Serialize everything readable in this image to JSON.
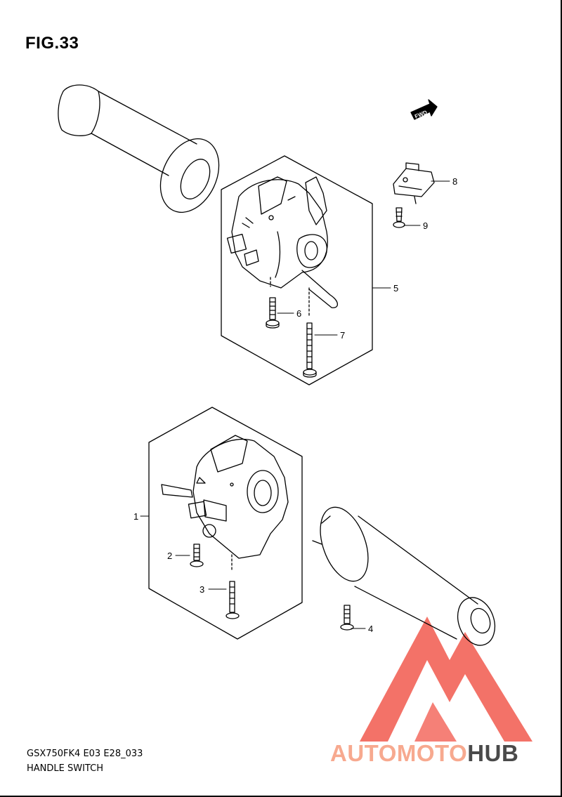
{
  "figure_title": "FIG.33",
  "fwd_marker": "FWD",
  "callouts": [
    "1",
    "2",
    "3",
    "4",
    "5",
    "6",
    "7",
    "8",
    "9"
  ],
  "footer": {
    "model_code": "GSX750FK4 E03 E28_033",
    "section_name": "HANDLE SWITCH"
  },
  "watermark": {
    "part1": "AUTOMOTO",
    "part2": "HUB",
    "color1": "#f7a98f",
    "color2": "#4a4a4a",
    "logo_color": "#f25a4e"
  }
}
